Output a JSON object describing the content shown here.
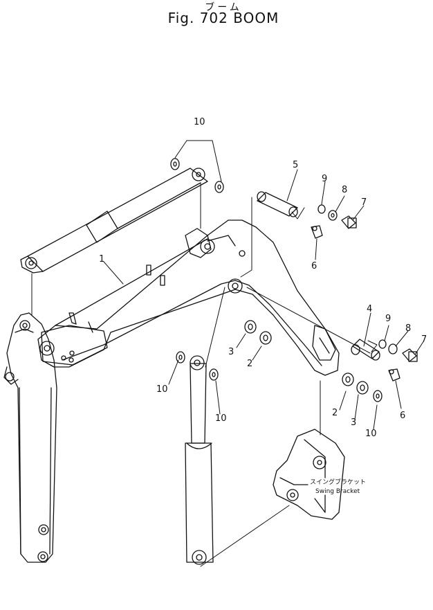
{
  "title": {
    "japanese": "ブーム",
    "main": "Fig. 702 BOOM"
  },
  "annotations": {
    "swing_bracket_jp": "スイングブラケット",
    "swing_bracket_en": "Swing Bracket"
  },
  "callouts": [
    {
      "id": "c1",
      "label": "1"
    },
    {
      "id": "c2a",
      "label": "2"
    },
    {
      "id": "c2b",
      "label": "2"
    },
    {
      "id": "c3a",
      "label": "3"
    },
    {
      "id": "c3b",
      "label": "3"
    },
    {
      "id": "c4",
      "label": "4"
    },
    {
      "id": "c5",
      "label": "5"
    },
    {
      "id": "c6a",
      "label": "6"
    },
    {
      "id": "c6b",
      "label": "6"
    },
    {
      "id": "c7a",
      "label": "7"
    },
    {
      "id": "c7b",
      "label": "7"
    },
    {
      "id": "c8a",
      "label": "8"
    },
    {
      "id": "c8b",
      "label": "8"
    },
    {
      "id": "c9a",
      "label": "9"
    },
    {
      "id": "c9b",
      "label": "9"
    },
    {
      "id": "c10a",
      "label": "10"
    },
    {
      "id": "c10b",
      "label": "10"
    },
    {
      "id": "c10c",
      "label": "10"
    },
    {
      "id": "c10d",
      "label": "10"
    }
  ]
}
